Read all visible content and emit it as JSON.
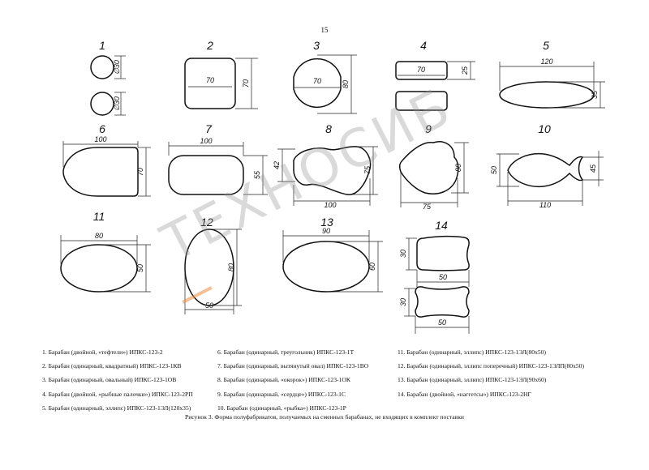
{
  "page_number": "15",
  "watermark": "ТЕХНОСИБ",
  "figures": [
    {
      "num": "1",
      "dims": [
        "∅30",
        "∅30"
      ]
    },
    {
      "num": "2",
      "dims": [
        "70",
        "70"
      ]
    },
    {
      "num": "3",
      "dims": [
        "70",
        "80"
      ]
    },
    {
      "num": "4",
      "dims": [
        "70",
        "25"
      ]
    },
    {
      "num": "5",
      "dims": [
        "120",
        "35"
      ]
    },
    {
      "num": "6",
      "dims": [
        "100",
        "70"
      ]
    },
    {
      "num": "7",
      "dims": [
        "100",
        "55"
      ]
    },
    {
      "num": "8",
      "dims": [
        "42",
        "75",
        "100"
      ]
    },
    {
      "num": "9",
      "dims": [
        "80",
        "75"
      ]
    },
    {
      "num": "10",
      "dims": [
        "50",
        "45",
        "110"
      ]
    },
    {
      "num": "11",
      "dims": [
        "80",
        "50"
      ]
    },
    {
      "num": "12",
      "dims": [
        "80",
        "50"
      ]
    },
    {
      "num": "13",
      "dims": [
        "90",
        "60"
      ]
    },
    {
      "num": "14",
      "dims": [
        "30",
        "50",
        "30",
        "50"
      ]
    }
  ],
  "legend": {
    "col1": [
      "1. Барабан (двойной,  «тефтели») ИПКС-123-2",
      "2. Барабан (одинарный, квадратный) ИПКС-123-1КВ",
      "3. Барабан (одинарный, овальный) ИПКС-123-1ОВ",
      "4. Барабан (двойной, «рыбные палочки») ИПКС-123-2РП",
      "5. Барабан (одинарный, эллипс) ИПКС-123-1ЭЛ(120х35)"
    ],
    "col2": [
      "6. Барабан (одинарный, треугольник) ИПКС-123-1Т",
      "7. Барабан (одинарный, вытянутый овал) ИПКС-123-1ВО",
      "8. Барабан (одинарный, «окорок») ИПКС-123-1ОК",
      "9. Барабан (одинарный, «сердце») ИПКС-123-1С",
      "10. Барабан (одинарный, «рыбка») ИПКС-123-1Р"
    ],
    "col3": [
      "11. Барабан (одинарный, эллипс) ИПКС-123-1ЭЛ(80х50)",
      "12. Барабан (одинарный, эллипс поперечный) ИПКС-123-1ЭЛП(80х50)",
      "13. Барабан (одинарный, эллипс) ИПКС-123-1ЭЛ(90х60)",
      "14. Барабан (двойной, «наггетсы») ИПКС-123-2НГ"
    ]
  },
  "caption": "Рисунок 3. Форма полуфабрикатов, получаемых на сменных барабанах, не входящих в комплект поставки"
}
